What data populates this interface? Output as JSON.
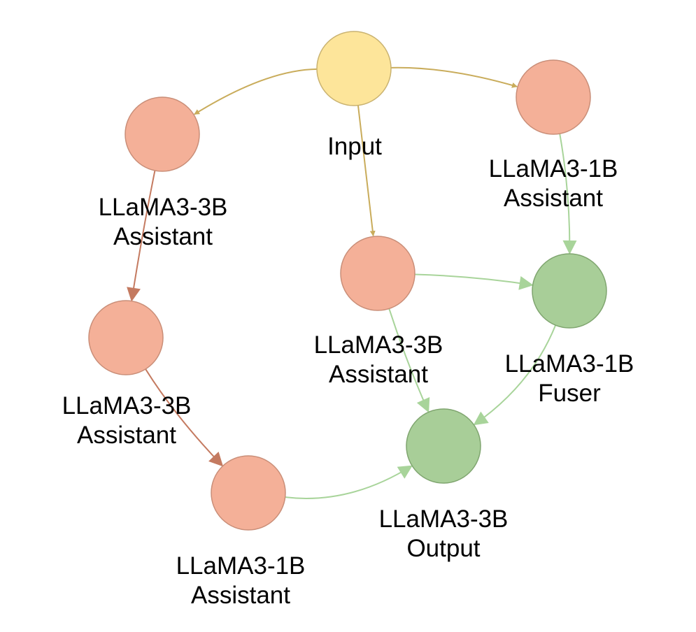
{
  "colors": {
    "input_fill": "#fde59a",
    "input_stroke": "#c9b270",
    "assistant_fill": "#f4b098",
    "assistant_stroke": "#c98e78",
    "green_fill": "#a8ce98",
    "green_stroke": "#7fa56f",
    "edge_gold": "#c9ac5b",
    "edge_brown": "#c47a60",
    "edge_green": "#a8d49a"
  },
  "nodes": [
    {
      "id": "input",
      "kind": "input",
      "lines": [
        "Input"
      ]
    },
    {
      "id": "left-top",
      "kind": "assistant",
      "lines": [
        "LLaMA3-3B",
        "Assistant"
      ]
    },
    {
      "id": "right-top",
      "kind": "assistant",
      "lines": [
        "LLaMA3-1B",
        "Assistant"
      ]
    },
    {
      "id": "center",
      "kind": "assistant",
      "lines": [
        "LLaMA3-3B",
        "Assistant"
      ]
    },
    {
      "id": "fuser",
      "kind": "green",
      "lines": [
        "LLaMA3-1B",
        "Fuser"
      ]
    },
    {
      "id": "left-mid",
      "kind": "assistant",
      "lines": [
        "LLaMA3-3B",
        "Assistant"
      ]
    },
    {
      "id": "bottom-left",
      "kind": "assistant",
      "lines": [
        "LLaMA3-1B",
        "Assistant"
      ]
    },
    {
      "id": "output",
      "kind": "green",
      "lines": [
        "LLaMA3-3B",
        "Output"
      ]
    }
  ],
  "edges": [
    {
      "from": "input",
      "to": "left-top",
      "color": "gold"
    },
    {
      "from": "input",
      "to": "right-top",
      "color": "gold"
    },
    {
      "from": "input",
      "to": "center",
      "color": "gold"
    },
    {
      "from": "left-top",
      "to": "left-mid",
      "color": "brown"
    },
    {
      "from": "left-mid",
      "to": "bottom-left",
      "color": "brown"
    },
    {
      "from": "right-top",
      "to": "fuser",
      "color": "green"
    },
    {
      "from": "center",
      "to": "fuser",
      "color": "green"
    },
    {
      "from": "center",
      "to": "output",
      "color": "green"
    },
    {
      "from": "fuser",
      "to": "output",
      "color": "green"
    },
    {
      "from": "bottom-left",
      "to": "output",
      "color": "green"
    }
  ]
}
